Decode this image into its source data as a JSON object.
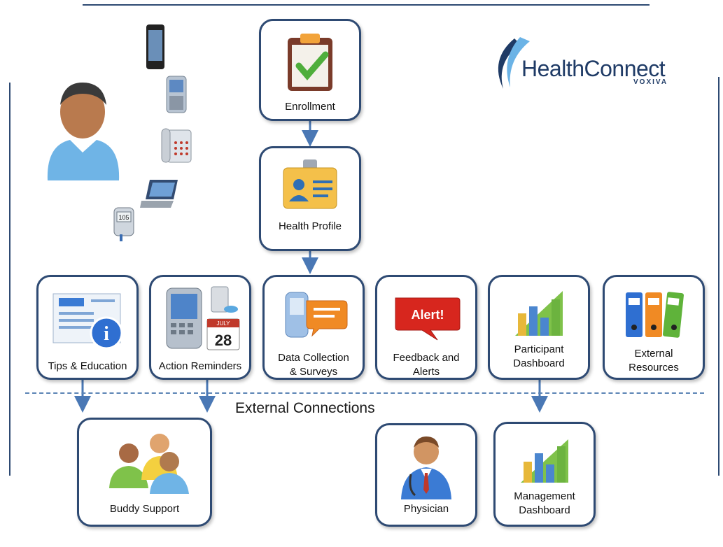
{
  "brand": {
    "name": "HealthConnect",
    "sub": "VOXIVA"
  },
  "section": {
    "external_title": "External Connections"
  },
  "boxes": {
    "enrollment": "Enrollment",
    "health_profile": "Health Profile",
    "tips_line1": "Tips & Education",
    "reminders_line1": "Action Reminders",
    "data_line1": "Data Collection",
    "data_line2": "& Surveys",
    "feedback_line1": "Feedback and",
    "feedback_line2": "Alerts",
    "participant_line1": "Participant",
    "participant_line2": "Dashboard",
    "external_line1": "External",
    "external_line2": "Resources",
    "buddy": "Buddy Support",
    "physician": "Physician",
    "management_line1": "Management",
    "management_line2": "Dashboard"
  },
  "icon_text": {
    "alert": "Alert!",
    "calendar_month": "JULY",
    "calendar_day": "28",
    "meter": "105"
  },
  "colors": {
    "border": "#2e4a73",
    "arrow": "#4a78b5",
    "accent_green": "#6cb33f",
    "alert_red": "#d7261e"
  }
}
